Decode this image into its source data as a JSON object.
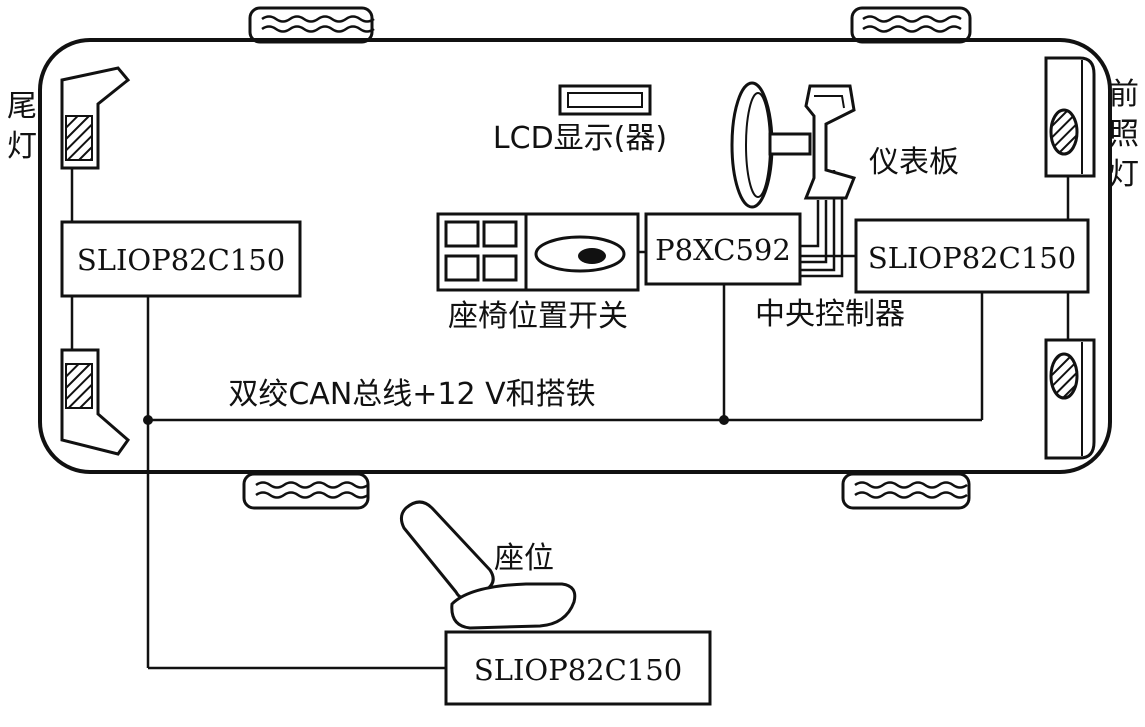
{
  "labels": {
    "tail_light_line1": "尾",
    "tail_light_line2": "灯",
    "head_light_line1": "前",
    "head_light_line2": "照",
    "head_light_line3": "灯",
    "lcd_display": "LCD显示(器)",
    "dashboard": "仪表板",
    "seat_switch": "座椅位置开关",
    "central_controller": "中央控制器",
    "bus_line": "双绞CAN总线+12 V和搭铁",
    "seat": "座位"
  },
  "modules": {
    "left": "SLIOP82C150",
    "center": "P8XC592",
    "right": "SLIOP82C150",
    "seat": "SLIOP82C150"
  },
  "colors": {
    "line": "#111111",
    "background": "#ffffff"
  }
}
